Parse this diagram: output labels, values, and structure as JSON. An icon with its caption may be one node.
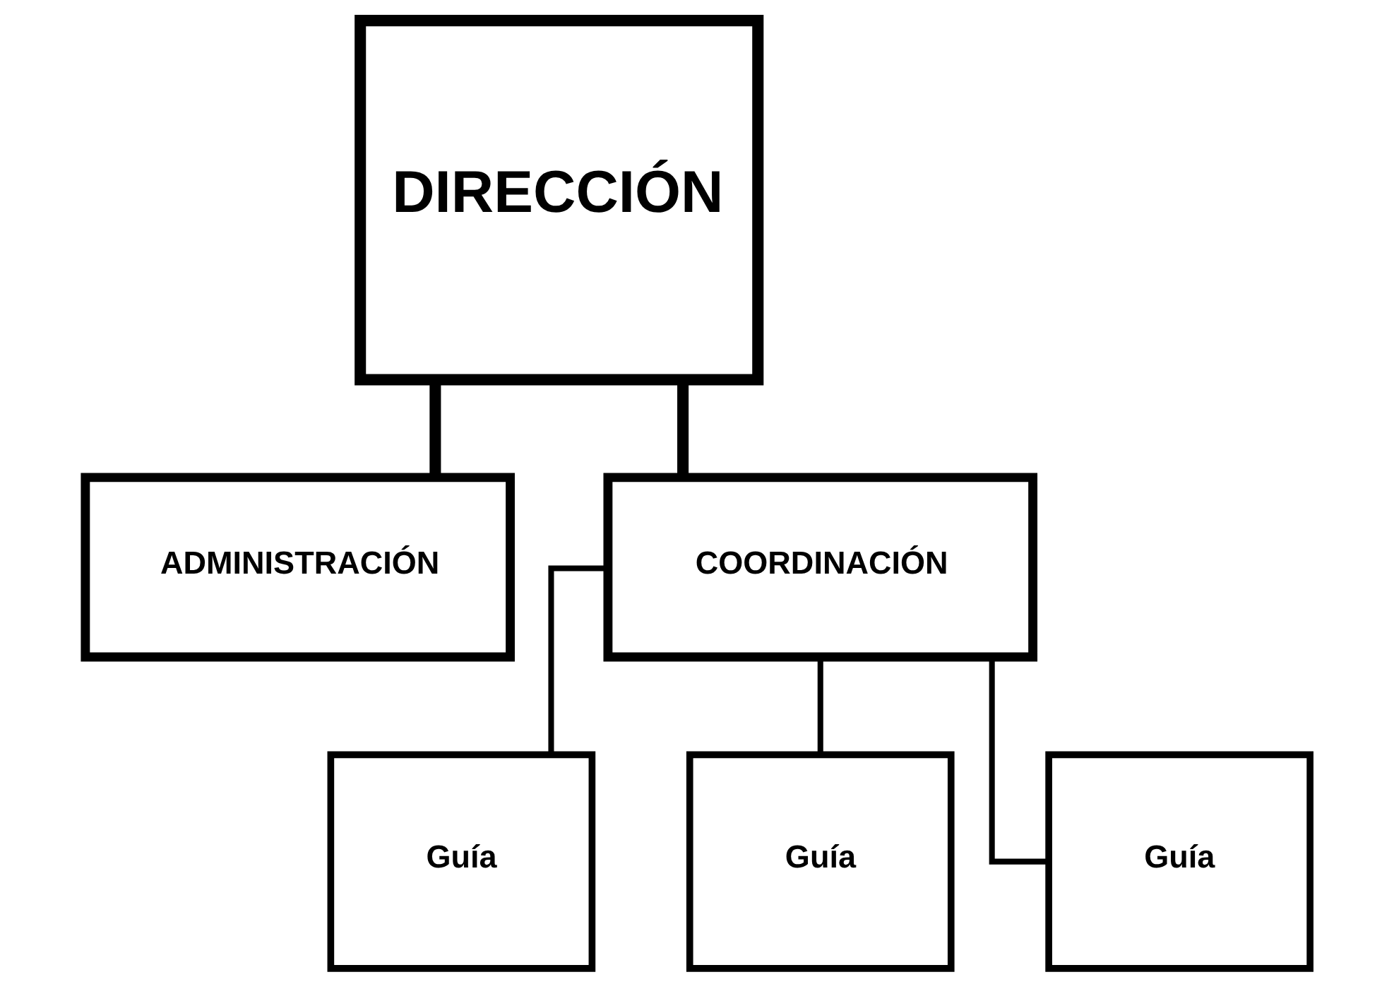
{
  "diagram": {
    "nodes": [
      {
        "text": [
          "DIRECCIÓN"
        ]
      },
      {
        "text": [
          "ADMINISTRACIÓN"
        ]
      },
      {
        "text": [
          "COORDINACIÓN"
        ]
      },
      {
        "text": [
          "Guía"
        ]
      },
      {
        "text": [
          "Guía"
        ]
      },
      {
        "text": [
          "Guía"
        ]
      }
    ],
    "edges": [
      {
        "from": 0,
        "to": 1,
        "arrow": "none",
        "style": "thick"
      },
      {
        "from": 0,
        "to": 2,
        "arrow": "none",
        "style": "thick"
      },
      {
        "from": 2,
        "to": 3,
        "arrow": "none"
      },
      {
        "from": 2,
        "to": 4,
        "arrow": "none"
      },
      {
        "from": 2,
        "to": 5,
        "arrow": "none"
      }
    ]
  }
}
